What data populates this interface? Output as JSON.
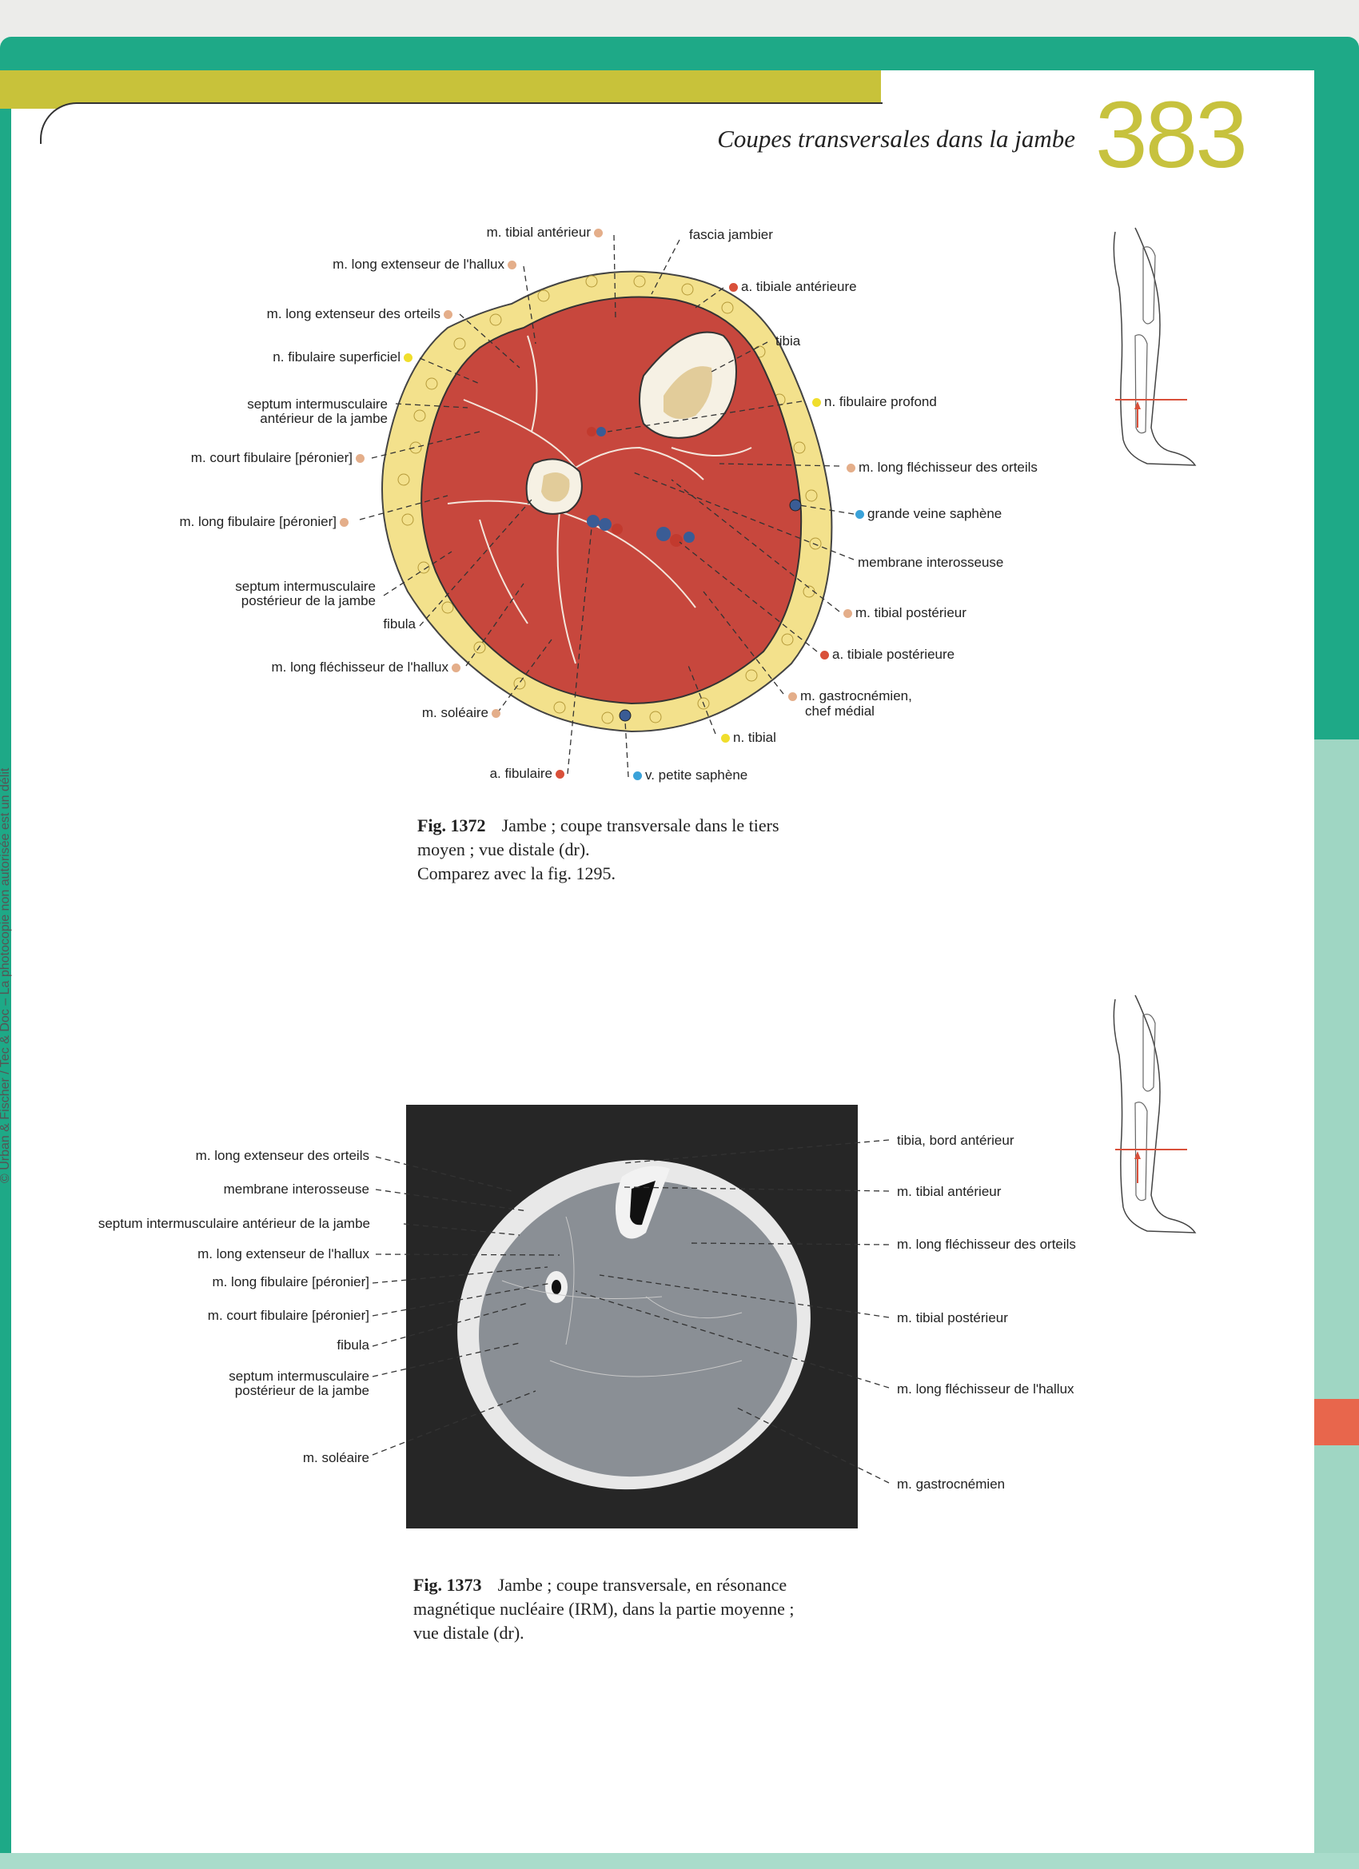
{
  "header": {
    "chapter_title": "Coupes transversales dans la jambe",
    "page_number": "383"
  },
  "side_copyright": "© Urban & Fischer / Tec & Doc – La photocopie non autorisée est un délit",
  "colors": {
    "accent_yellow": "#c8c23a",
    "frame_green": "#1ea987",
    "muscle_dot": "#e4ae8a",
    "artery_dot": "#d9503a",
    "nerve_dot": "#f0de2c",
    "vein_dot": "#3aa2d9"
  },
  "fig1372": {
    "labels_top": {
      "tibial_anterieur": "m. tibial antérieur",
      "fascia": "fascia jambier"
    },
    "labels_left": [
      "m. long extenseur de l'hallux",
      "m. long extenseur des orteils",
      "n. fibulaire superficiel",
      "septum intermusculaire",
      "antérieur de la jambe",
      "m. court fibulaire [péronier]",
      "m. long fibulaire [péronier]",
      "septum intermusculaire",
      "postérieur de la jambe",
      "fibula",
      "m. long fléchisseur de l'hallux",
      "m. soléaire"
    ],
    "labels_right": [
      "a. tibiale antérieure",
      "tibia",
      "n. fibulaire profond",
      "m. long fléchisseur des orteils",
      "grande veine saphène",
      "membrane interosseuse",
      "m. tibial postérieur",
      "a. tibiale postérieure",
      "m. gastrocnémien,",
      "chef médial",
      "n. tibial"
    ],
    "labels_bottom": {
      "a_fibulaire": "a. fibulaire",
      "v_petite": "v. petite saphène"
    },
    "caption": {
      "number": "Fig. 1372",
      "line1": "Jambe ; coupe transversale dans le tiers",
      "line2": "moyen ; vue distale (dr).",
      "line3": "Comparez avec la fig. 1295."
    }
  },
  "fig1373": {
    "labels_left": [
      "m. long extenseur des orteils",
      "membrane interosseuse",
      "septum intermusculaire antérieur de la jambe",
      "m. long extenseur de l'hallux",
      "m. long fibulaire [péronier]",
      "m. court fibulaire [péronier]",
      "fibula",
      "septum intermusculaire",
      "postérieur de la jambe",
      "m. soléaire"
    ],
    "labels_right": [
      "tibia, bord antérieur",
      "m. tibial antérieur",
      "m. long fléchisseur des orteils",
      "m. tibial postérieur",
      "m. long fléchisseur de l'hallux",
      "m. gastrocnémien"
    ],
    "caption": {
      "number": "Fig. 1373",
      "line1": "Jambe ; coupe transversale, en résonance",
      "line2": "magnétique nucléaire (IRM), dans la partie moyenne ;",
      "line3": "vue distale (dr)."
    }
  }
}
